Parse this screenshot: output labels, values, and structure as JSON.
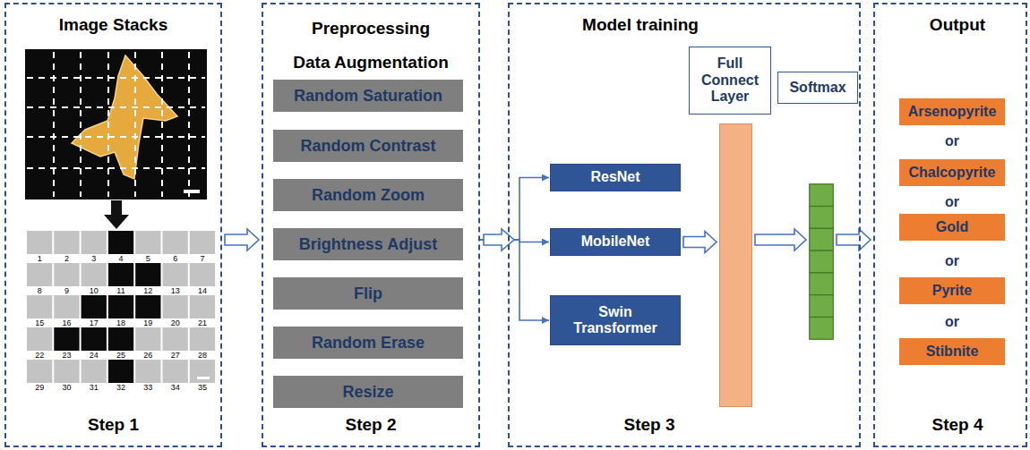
{
  "diagram": {
    "nodes": [
      {
        "text": [
          "Image Stacks",
          "Step 1"
        ]
      },
      {
        "text": [
          "Preprocessing",
          "Data Augmentation",
          "Step 2"
        ]
      },
      {
        "text": [
          "Random Saturation"
        ],
        "in": 1
      },
      {
        "text": [
          "Random Contrast"
        ],
        "in": 1
      },
      {
        "text": [
          "Random Zoom"
        ],
        "in": 1
      },
      {
        "text": [
          "Brightness Adjust"
        ],
        "in": 1
      },
      {
        "text": [
          "Flip"
        ],
        "in": 1
      },
      {
        "text": [
          "Random Erase"
        ],
        "in": 1
      },
      {
        "text": [
          "Resize"
        ],
        "in": 1
      },
      {
        "text": [
          "Model training",
          "Step 3"
        ]
      },
      {
        "text": [
          "ResNet"
        ],
        "in": 9
      },
      {
        "text": [
          "MobileNet"
        ],
        "in": 9
      },
      {
        "text": [
          "Swin Transformer"
        ],
        "in": 9
      },
      {
        "text": [
          "Full Connect Layer"
        ],
        "in": 9
      },
      {
        "text": [
          "Softmax"
        ],
        "in": 9
      },
      {
        "text": [
          "Output",
          "Step 4"
        ]
      },
      {
        "text": [
          "Arsenopyrite"
        ],
        "in": 15
      },
      {
        "text": [
          "Chalcopyrite"
        ],
        "in": 15
      },
      {
        "text": [
          "Gold"
        ],
        "in": 15
      },
      {
        "text": [
          "Pyrite"
        ],
        "in": 15
      },
      {
        "text": [
          "Stibnite"
        ],
        "in": 15
      }
    ],
    "edges": [
      {
        "from": 0,
        "to": 1,
        "arrow": "to"
      },
      {
        "from": 1,
        "to": 10,
        "arrow": "to"
      },
      {
        "from": 1,
        "to": 11,
        "arrow": "to"
      },
      {
        "from": 1,
        "to": 12,
        "arrow": "to"
      },
      {
        "from": 11,
        "to": 13,
        "arrow": "to"
      },
      {
        "from": 13,
        "to": 14,
        "arrow": "to"
      },
      {
        "from": 14,
        "to": 15,
        "arrow": "to"
      }
    ],
    "labels": [
      "1",
      "2",
      "3",
      "4",
      "5",
      "6",
      "7",
      "8",
      "9",
      "10",
      "11",
      "12",
      "13",
      "14",
      "15",
      "16",
      "17",
      "18",
      "19",
      "20",
      "21",
      "22",
      "23",
      "24",
      "25",
      "26",
      "27",
      "28",
      "29",
      "30",
      "31",
      "32",
      "33",
      "34",
      "35",
      "or",
      "or",
      "or",
      "or"
    ]
  }
}
